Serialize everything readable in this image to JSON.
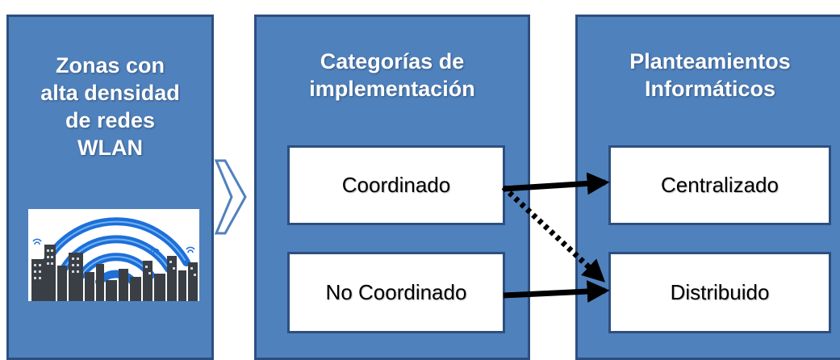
{
  "panels": {
    "left": {
      "title_lines": [
        "Zonas con",
        "alta densidad",
        "de redes",
        "WLAN"
      ],
      "image_icon": "wifi-city-icon"
    },
    "middle": {
      "title_lines": [
        "Categorías de",
        "implementación"
      ],
      "boxes": [
        "Coordinado",
        "No Coordinado"
      ]
    },
    "right": {
      "title_lines": [
        "Planteamientos",
        "Informáticos"
      ],
      "boxes": [
        "Centralizado",
        "Distribuido"
      ]
    }
  },
  "connectors": [
    {
      "from": "Coordinado",
      "to": "Centralizado",
      "style": "solid"
    },
    {
      "from": "Coordinado",
      "to": "Distribuido",
      "style": "dotted"
    },
    {
      "from": "No Coordinado",
      "to": "Distribuido",
      "style": "solid"
    }
  ],
  "colors": {
    "panel_fill": "#4f81bd",
    "panel_border": "#2d4f7f",
    "box_fill": "#ffffff",
    "title_text": "#ffffff",
    "arrow": "#000000",
    "wifi": "#1e6fd8"
  }
}
